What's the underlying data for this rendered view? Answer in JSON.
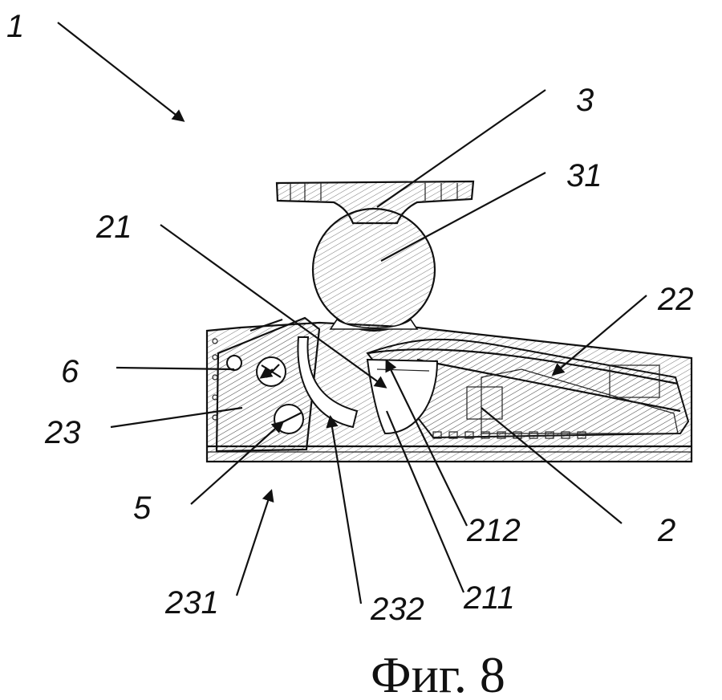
{
  "labels": {
    "l1": "1",
    "l3": "3",
    "l31": "31",
    "l21": "21",
    "l22": "22",
    "l6": "6",
    "l23": "23",
    "l5": "5",
    "l212": "212",
    "l2": "2",
    "l211": "211",
    "l231": "231",
    "l232": "232"
  },
  "caption": "Фиг. 8"
}
